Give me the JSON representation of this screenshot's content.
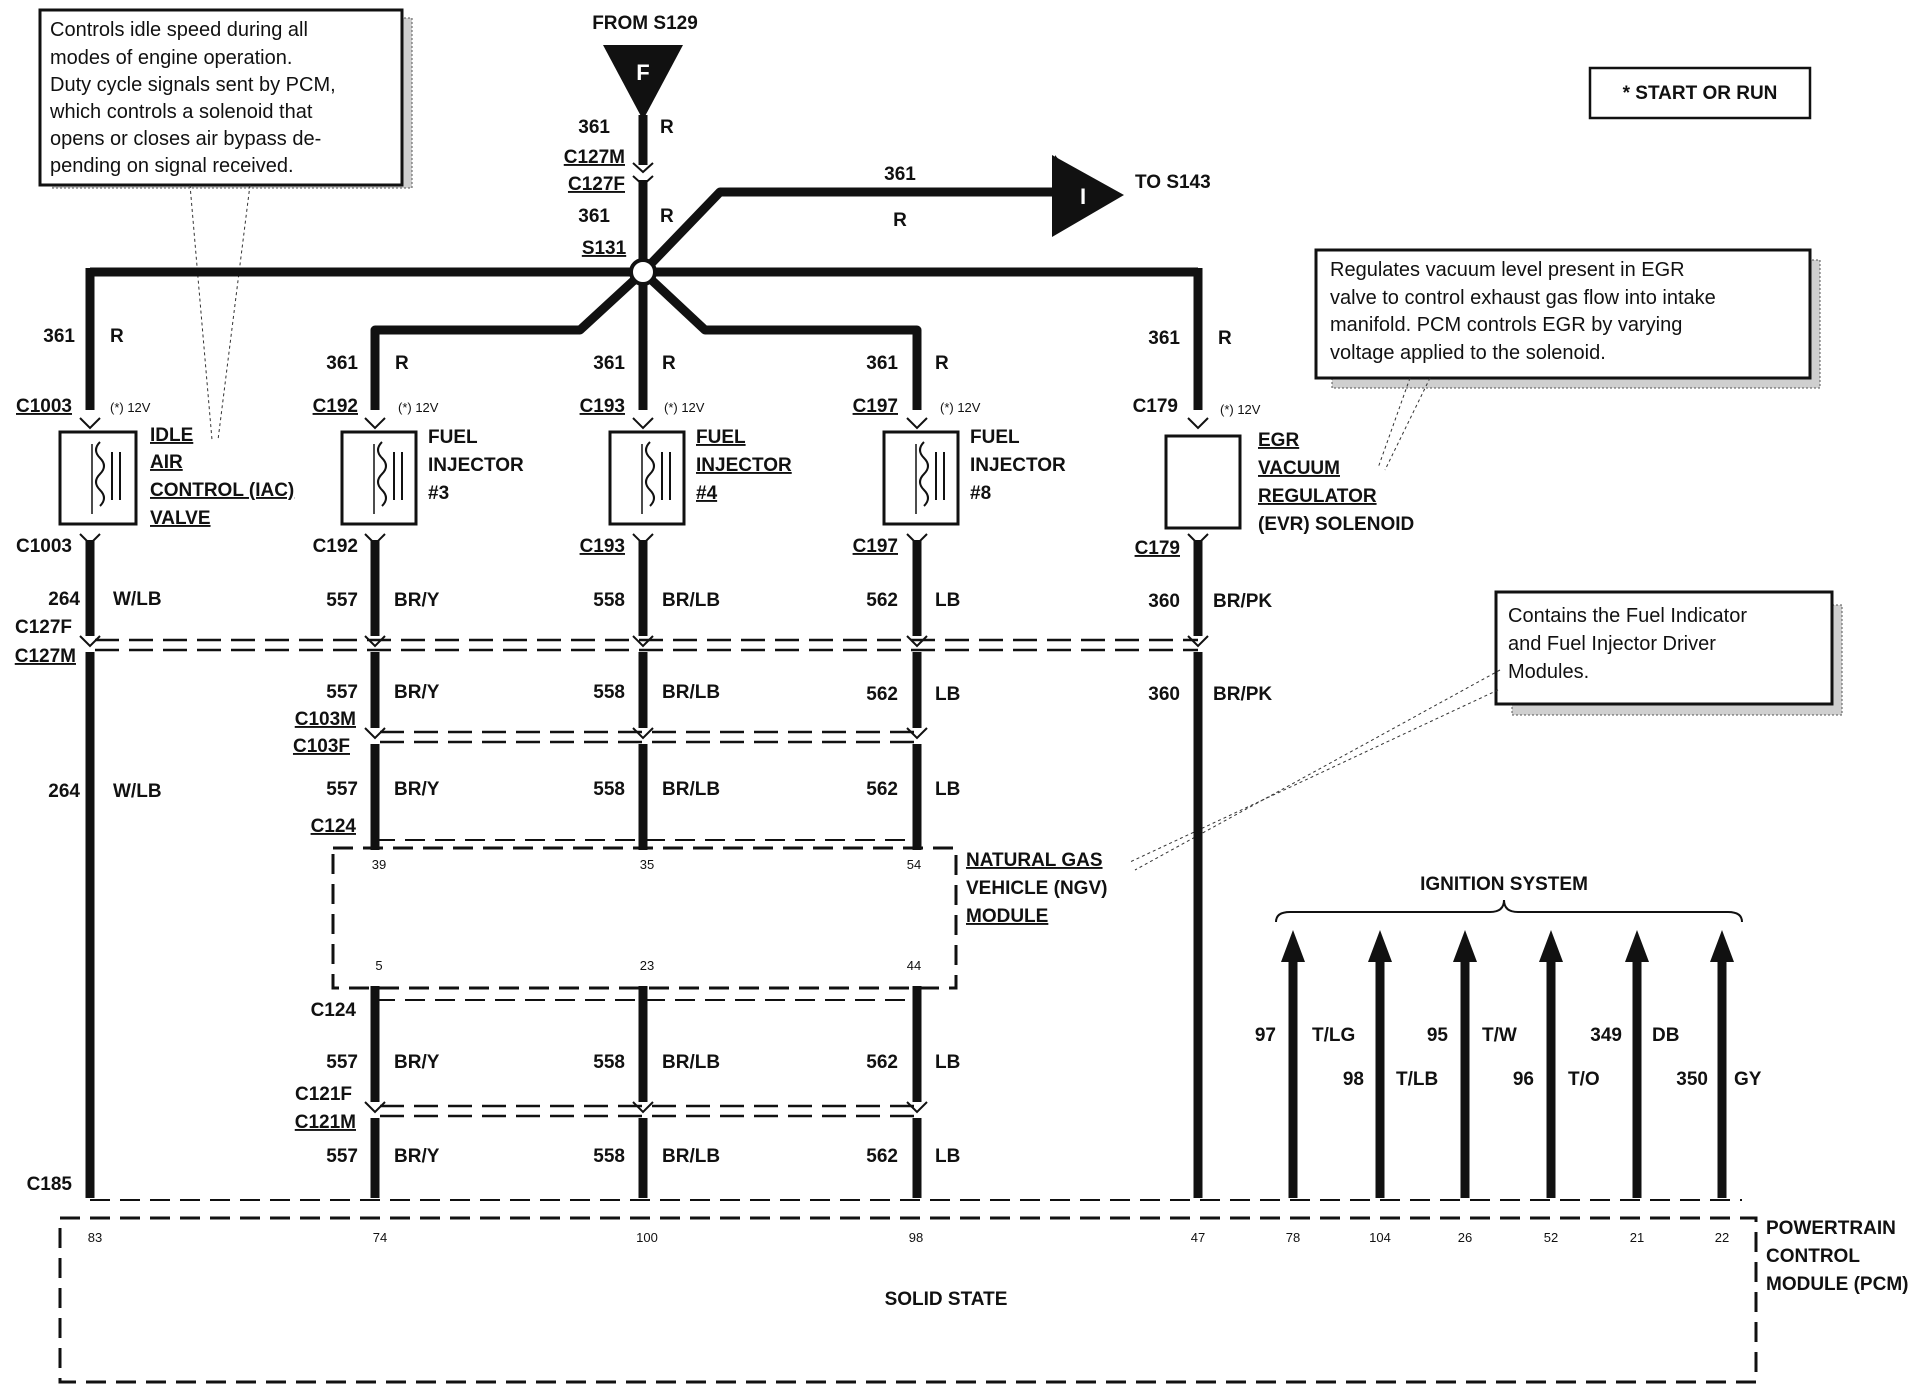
{
  "source": {
    "label": "FROM S129",
    "letter": "F"
  },
  "legend": {
    "text": "* START OR RUN"
  },
  "dest": {
    "label": "TO S143",
    "letter": "I",
    "circuit": "361",
    "color": "R"
  },
  "splice": "S131",
  "top_wire": {
    "c1": "361",
    "c1_color": "R",
    "conn_m": "C127M",
    "conn_f": "C127F",
    "c2": "361",
    "c2_color": "R"
  },
  "notes": {
    "iac": [
      "Controls idle speed during all",
      "modes of engine operation.",
      "Duty cycle signals sent by PCM,",
      "which controls a solenoid that",
      "opens or closes air bypass de-",
      "pending on signal received."
    ],
    "egr": [
      "Regulates vacuum level present in EGR",
      "valve to control exhaust gas flow into intake",
      "manifold. PCM controls EGR by varying",
      "voltage applied to the solenoid."
    ],
    "ngv": [
      "Contains the Fuel Indicator",
      "and Fuel Injector Driver",
      "Modules."
    ]
  },
  "components": [
    {
      "top_wire": "361",
      "top_color": "R",
      "conn": "C1003",
      "volt": "(*) 12V",
      "name": [
        "IDLE",
        "AIR",
        "CONTROL (IAC)",
        "VALVE"
      ]
    },
    {
      "top_wire": "361",
      "top_color": "R",
      "conn": "C192",
      "volt": "(*) 12V",
      "name": [
        "FUEL",
        "INJECTOR",
        "#3"
      ]
    },
    {
      "top_wire": "361",
      "top_color": "R",
      "conn": "C193",
      "volt": "(*) 12V",
      "name": [
        "FUEL",
        "INJECTOR",
        "#4"
      ]
    },
    {
      "top_wire": "361",
      "top_color": "R",
      "conn": "C197",
      "volt": "(*) 12V",
      "name": [
        "FUEL",
        "INJECTOR",
        "#8"
      ]
    },
    {
      "top_wire": "361",
      "top_color": "R",
      "conn": "C179",
      "volt": "(*) 12V",
      "name": [
        "EGR",
        "VACUUM",
        "REGULATOR",
        "(EVR) SOLENOID"
      ]
    }
  ],
  "circuits": [
    {
      "num": "264",
      "color": "W/LB"
    },
    {
      "num": "557",
      "color": "BR/Y"
    },
    {
      "num": "558",
      "color": "BR/LB"
    },
    {
      "num": "562",
      "color": "LB"
    },
    {
      "num": "360",
      "color": "BR/PK"
    }
  ],
  "connectors": {
    "c127f": "C127F",
    "c127m": "C127M",
    "c103m": "C103M",
    "c103f": "C103F",
    "c124": "C124",
    "c124b": "C124",
    "c121f": "C121F",
    "c121m": "C121M",
    "c185": "C185"
  },
  "ngv_module": {
    "name": [
      "NATURAL GAS",
      "VEHICLE (NGV)",
      "MODULE"
    ],
    "pins_top": [
      "39",
      "35",
      "54"
    ],
    "pins_bottom": [
      "5",
      "23",
      "44"
    ]
  },
  "ignition": {
    "title": "IGNITION SYSTEM",
    "wires": [
      {
        "num": "97",
        "color": "T/LG"
      },
      {
        "num": "98",
        "color": "T/LB"
      },
      {
        "num": "95",
        "color": "T/W"
      },
      {
        "num": "96",
        "color": "T/O"
      },
      {
        "num": "349",
        "color": "DB"
      },
      {
        "num": "350",
        "color": "GY"
      }
    ]
  },
  "pcm": {
    "name": [
      "POWERTRAIN",
      "CONTROL",
      "MODULE (PCM)"
    ],
    "center": "SOLID STATE",
    "pins": [
      "83",
      "74",
      "100",
      "98",
      "47",
      "78",
      "104",
      "26",
      "52",
      "21",
      "22"
    ]
  }
}
